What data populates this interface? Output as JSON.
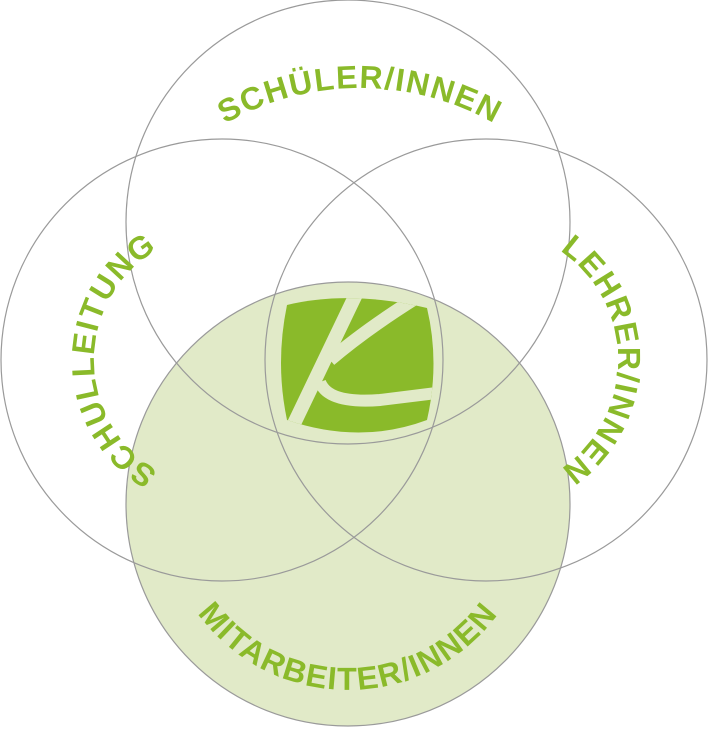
{
  "diagram": {
    "labels": {
      "top": "SCHÜLER/INNEN",
      "left": "SCHULLEITUNG",
      "right": "LEHRER/INNEN",
      "bottom": "MITARBEITER/INNEN"
    },
    "logo_icon": "k-leaf-logo",
    "colors": {
      "accent": "#8aba2a",
      "highlight_fill": "#e1eac8",
      "circle_stroke": "#9a9a9a"
    }
  }
}
